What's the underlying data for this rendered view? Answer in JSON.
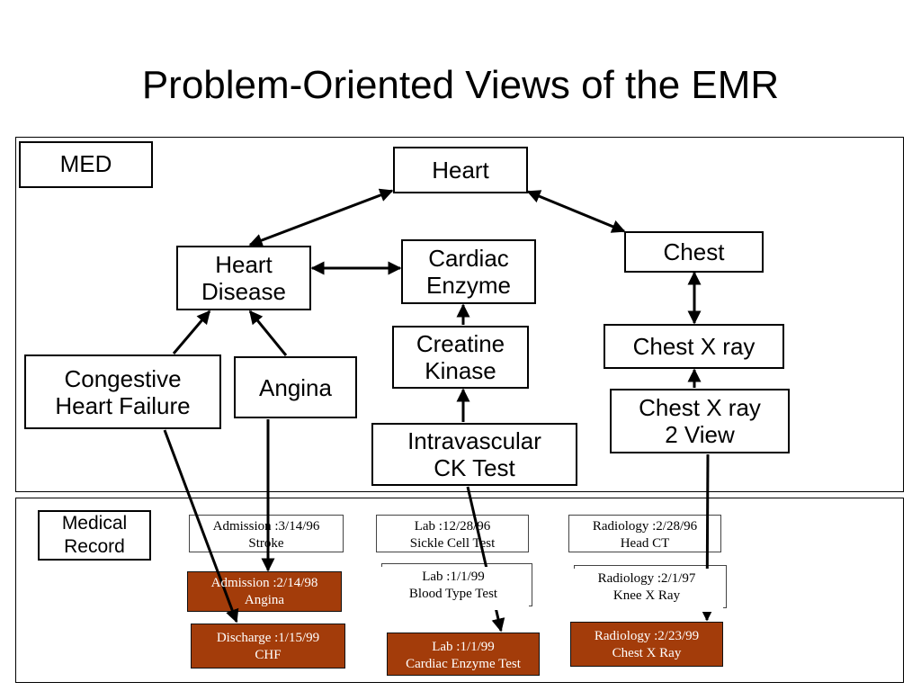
{
  "title": "Problem-Oriented Views of the EMR",
  "nodes": {
    "med": "MED",
    "heart": "Heart",
    "heart_disease": "Heart\nDisease",
    "cardiac_enzyme": "Cardiac\nEnzyme",
    "chest": "Chest",
    "creatine_kinase": "Creatine\nKinase",
    "chest_xray": "Chest X ray",
    "chf": "Congestive\nHeart Failure",
    "angina": "Angina",
    "intravascular": "Intravascular\nCK Test",
    "chest_xray_2view": "Chest X ray\n2 View",
    "medical_record": "Medical\nRecord"
  },
  "records": {
    "admission_stroke": "Admission :3/14/96\nStroke",
    "lab_sickle": "Lab :12/28/96\nSickle Cell Test",
    "rad_head_ct": "Radiology :2/28/96\nHead CT",
    "admission_angina": "Admission :2/14/98\nAngina",
    "lab_blood_type": "Lab :1/1/99\nBlood Type Test",
    "rad_knee": "Radiology :2/1/97\nKnee X Ray",
    "discharge_chf": "Discharge :1/15/99\nCHF",
    "lab_cardiac": "Lab :1/1/99\nCardiac Enzyme Test",
    "rad_chest": "Radiology :2/23/99\nChest X Ray"
  },
  "colors": {
    "highlight": "#a33c0a",
    "line": "#000000"
  }
}
